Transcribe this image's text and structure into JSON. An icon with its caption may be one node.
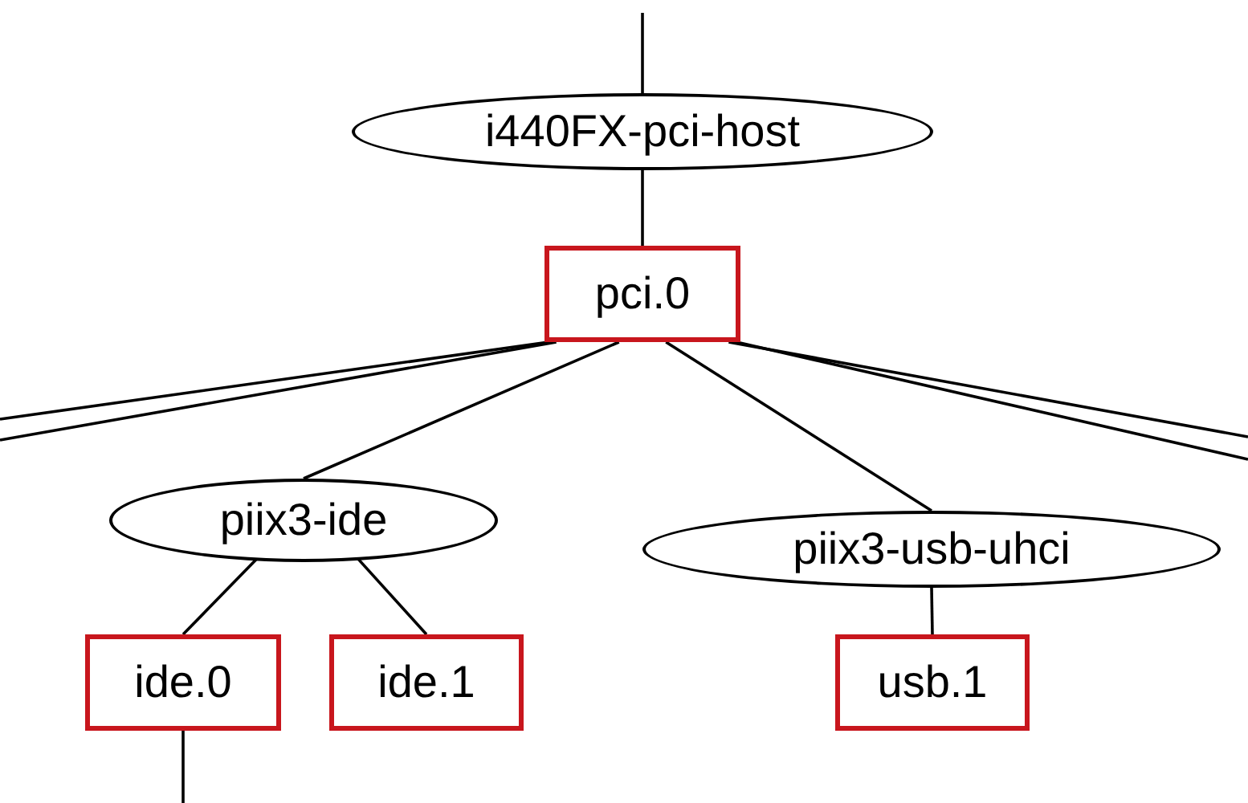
{
  "diagram": {
    "nodes": [
      {
        "text": [
          "i440FX-pci-host"
        ]
      },
      {
        "text": [
          "pci.0"
        ]
      },
      {
        "text": [
          "piix3-ide"
        ]
      },
      {
        "text": [
          "piix3-usb-uhci"
        ]
      },
      {
        "text": [
          "ide.0"
        ]
      },
      {
        "text": [
          "ide.1"
        ]
      },
      {
        "text": [
          "usb.1"
        ]
      }
    ],
    "edges": [
      {
        "from": null,
        "to": 0,
        "arrow": "none"
      },
      {
        "from": 0,
        "to": 1,
        "arrow": "none"
      },
      {
        "from": 1,
        "to": 2,
        "arrow": "none"
      },
      {
        "from": 1,
        "to": 3,
        "arrow": "none"
      },
      {
        "from": 2,
        "to": 4,
        "arrow": "none"
      },
      {
        "from": 2,
        "to": 5,
        "arrow": "none"
      },
      {
        "from": 3,
        "to": 6,
        "arrow": "none"
      },
      {
        "from": 4,
        "to": null,
        "arrow": "none"
      },
      {
        "from": 1,
        "to": null,
        "arrow": "none"
      },
      {
        "from": 1,
        "to": null,
        "arrow": "none"
      },
      {
        "from": 1,
        "to": null,
        "arrow": "none"
      },
      {
        "from": 1,
        "to": null,
        "arrow": "none"
      }
    ]
  }
}
